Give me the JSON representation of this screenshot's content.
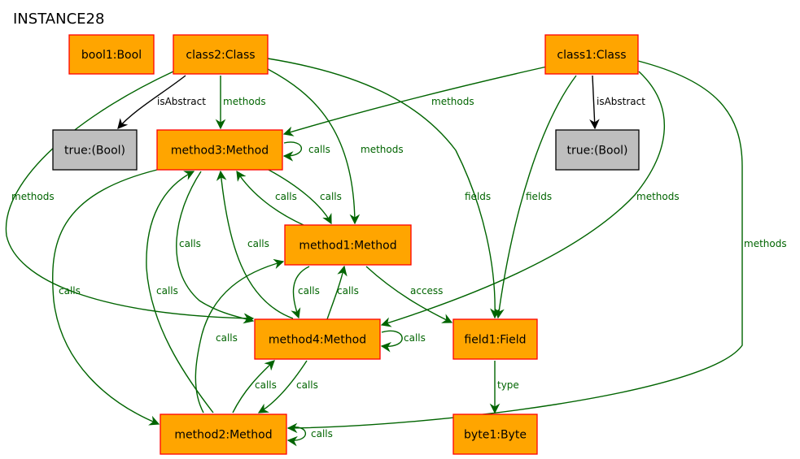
{
  "title": "INSTANCE28",
  "colors": {
    "object_fill": "#ffa500",
    "object_stroke": "#ff0000",
    "value_fill": "#bebebe",
    "value_stroke": "#000000",
    "edge_green": "#006400",
    "edge_black": "#000000"
  },
  "nodes": [
    {
      "id": "bool1",
      "label": "bool1:Bool",
      "kind": "object"
    },
    {
      "id": "class2",
      "label": "class2:Class",
      "kind": "object"
    },
    {
      "id": "class1",
      "label": "class1:Class",
      "kind": "object"
    },
    {
      "id": "true1",
      "label": "true:(Bool)",
      "kind": "value"
    },
    {
      "id": "method3",
      "label": "method3:Method",
      "kind": "object"
    },
    {
      "id": "true2",
      "label": "true:(Bool)",
      "kind": "value"
    },
    {
      "id": "method1",
      "label": "method1:Method",
      "kind": "object"
    },
    {
      "id": "method4",
      "label": "method4:Method",
      "kind": "object"
    },
    {
      "id": "field1",
      "label": "field1:Field",
      "kind": "object"
    },
    {
      "id": "method2",
      "label": "method2:Method",
      "kind": "object"
    },
    {
      "id": "byte1",
      "label": "byte1:Byte",
      "kind": "object"
    }
  ],
  "edges": [
    {
      "from": "class2",
      "to": "true1",
      "label": "isAbstract",
      "color": "black"
    },
    {
      "from": "class2",
      "to": "method3",
      "label": "methods",
      "color": "green"
    },
    {
      "from": "class2",
      "to": "method1",
      "label": "methods",
      "color": "green"
    },
    {
      "from": "class2",
      "to": "method4",
      "label": "methods",
      "color": "green"
    },
    {
      "from": "class2",
      "to": "field1",
      "label": "fields",
      "color": "green"
    },
    {
      "from": "class1",
      "to": "true2",
      "label": "isAbstract",
      "color": "black"
    },
    {
      "from": "class1",
      "to": "method3",
      "label": "methods",
      "color": "green"
    },
    {
      "from": "class1",
      "to": "field1",
      "label": "fields",
      "color": "green"
    },
    {
      "from": "class1",
      "to": "method4",
      "label": "methods",
      "color": "green"
    },
    {
      "from": "class1",
      "to": "method2",
      "label": "methods",
      "color": "green"
    },
    {
      "from": "method3",
      "to": "method3",
      "label": "calls",
      "color": "green"
    },
    {
      "from": "method3",
      "to": "method1",
      "label": "calls",
      "color": "green"
    },
    {
      "from": "method1",
      "to": "method3",
      "label": "calls",
      "color": "green"
    },
    {
      "from": "method3",
      "to": "method4",
      "label": "calls",
      "color": "green"
    },
    {
      "from": "method4",
      "to": "method3",
      "label": "calls",
      "color": "green"
    },
    {
      "from": "method3",
      "to": "method2",
      "label": "calls",
      "color": "green"
    },
    {
      "from": "method2",
      "to": "method3",
      "label": "calls",
      "color": "green"
    },
    {
      "from": "method1",
      "to": "method4",
      "label": "calls",
      "color": "green"
    },
    {
      "from": "method4",
      "to": "method1",
      "label": "calls",
      "color": "green"
    },
    {
      "from": "method1",
      "to": "field1",
      "label": "access",
      "color": "green"
    },
    {
      "from": "method2",
      "to": "method1",
      "label": "calls",
      "color": "green"
    },
    {
      "from": "method4",
      "to": "method4",
      "label": "calls",
      "color": "green"
    },
    {
      "from": "method4",
      "to": "method2",
      "label": "calls",
      "color": "green"
    },
    {
      "from": "method2",
      "to": "method4",
      "label": "calls",
      "color": "green"
    },
    {
      "from": "method2",
      "to": "method2",
      "label": "calls",
      "color": "green"
    },
    {
      "from": "field1",
      "to": "byte1",
      "label": "type",
      "color": "green"
    }
  ]
}
